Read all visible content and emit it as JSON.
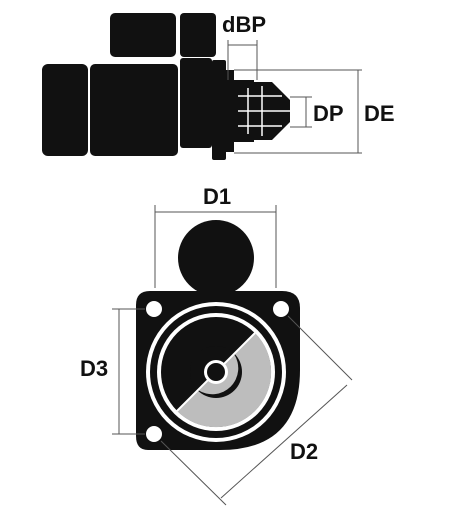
{
  "labels": {
    "dbp": "dBP",
    "dp": "DP",
    "de": "DE",
    "d1": "D1",
    "d2": "D2",
    "d3": "D3"
  },
  "colors": {
    "ink": "#111111",
    "dimension_line": "#555555",
    "sector_fill": "#bdbdbd",
    "background": "#ffffff"
  },
  "icons": {
    "side_view": "starter-motor-side-view",
    "front_view": "starter-motor-front-flange-view"
  }
}
